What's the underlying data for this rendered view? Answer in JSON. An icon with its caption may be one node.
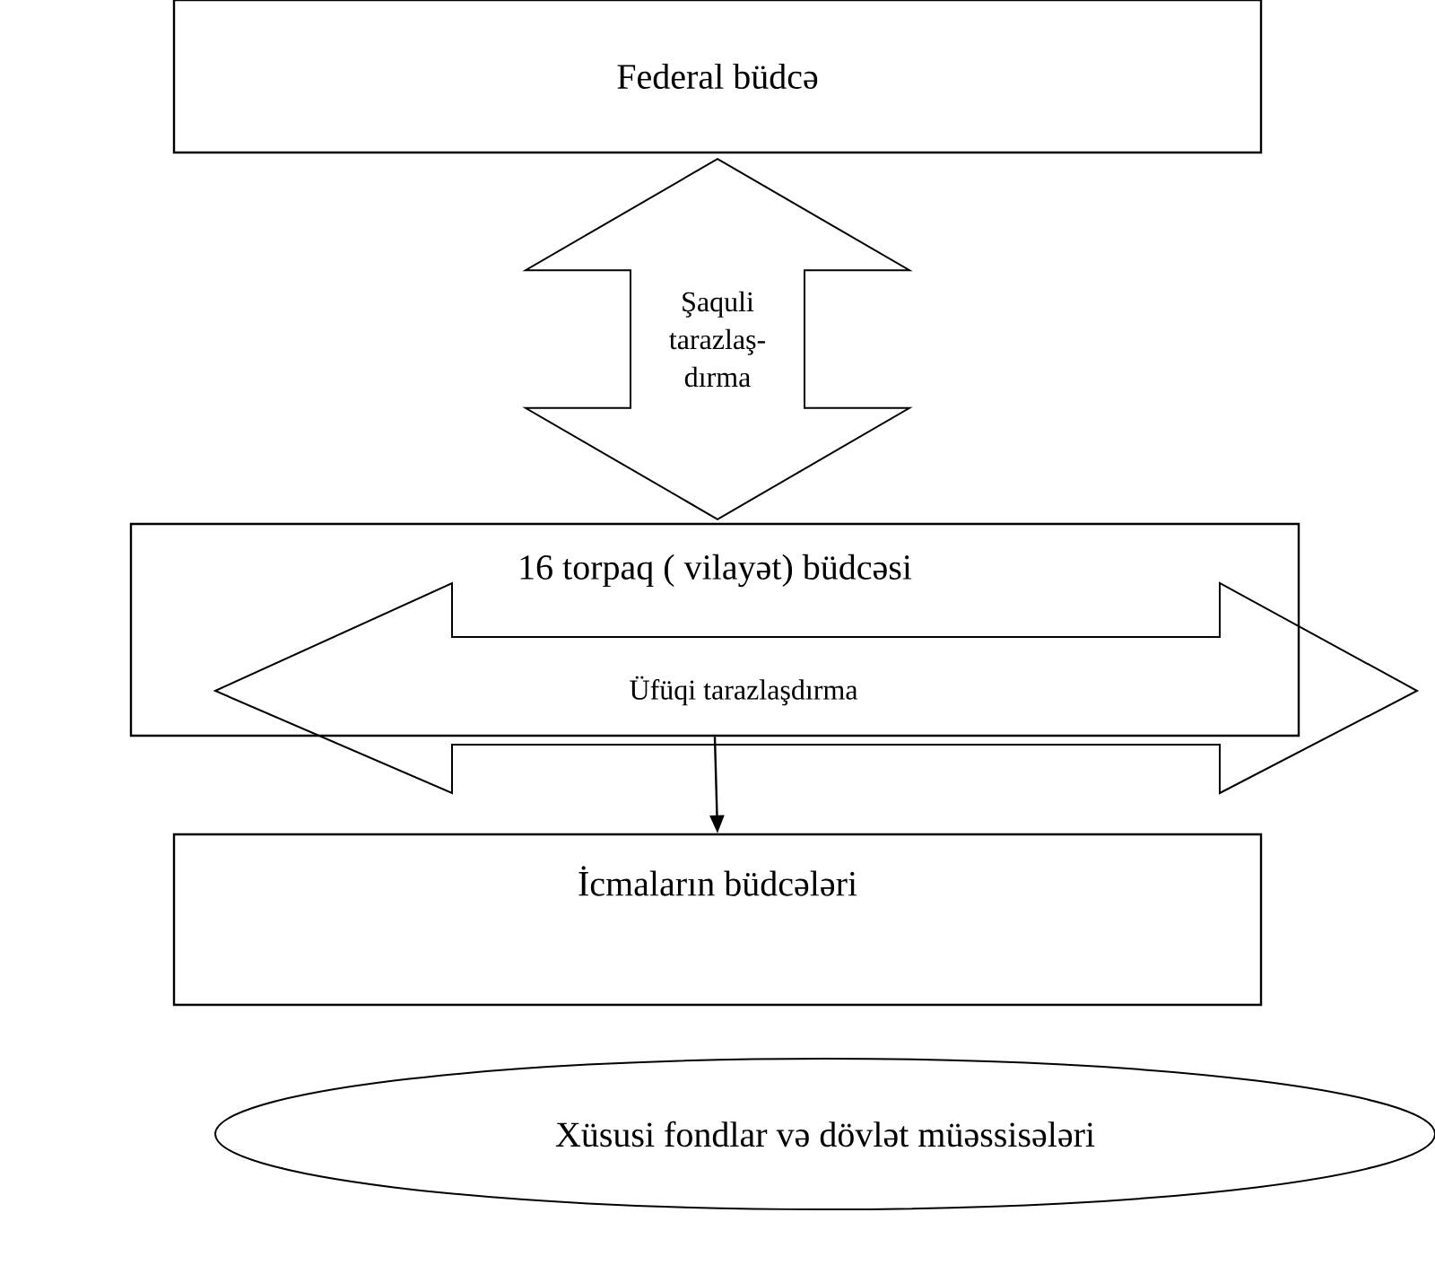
{
  "diagram": {
    "nodes": [
      {
        "text": [
          "Federal büdcə"
        ]
      },
      {
        "text": [
          "16 torpaq ( vilayət) büdcəsi"
        ]
      },
      {
        "text": [
          "Üfüqi tarazlaşdırma"
        ],
        "in": 1
      },
      {
        "text": [
          "İcmaların büdcələri"
        ]
      },
      {
        "text": [
          "Xüsusi fondlar və dövlət müəssisələri"
        ]
      }
    ],
    "edges": [
      {
        "from": 0,
        "to": 1,
        "arrow": "both",
        "label": "Şaquli tarazlaş- dırma",
        "style": "thick"
      },
      {
        "from": 1,
        "to": 3,
        "arrow": "to"
      }
    ]
  }
}
